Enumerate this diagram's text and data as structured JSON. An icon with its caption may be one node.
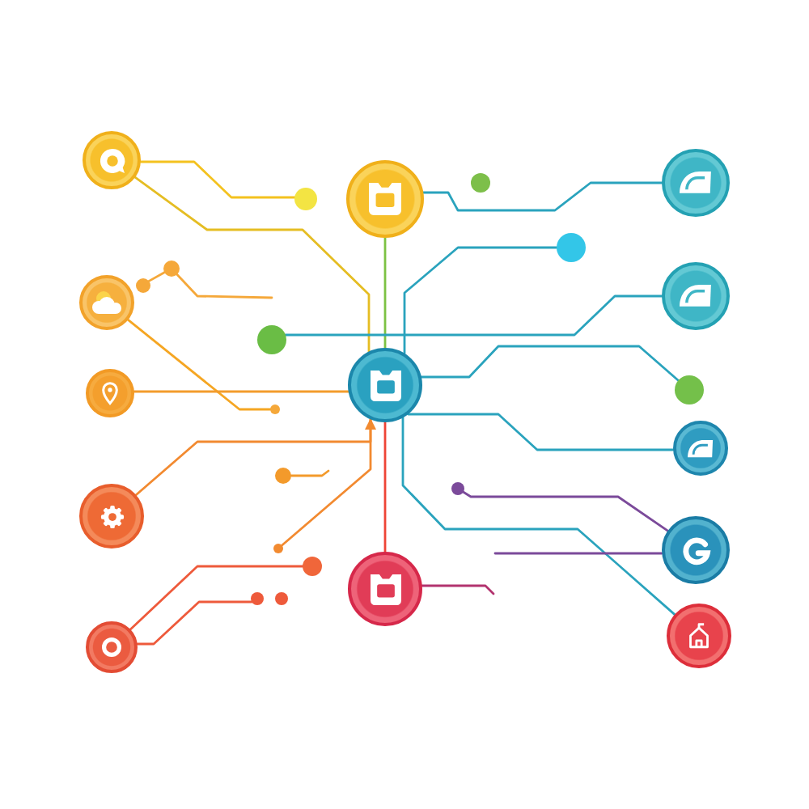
{
  "diagram": {
    "nodes": [
      {
        "text": [],
        "shape": "circle"
      },
      {
        "text": [],
        "shape": "dot"
      },
      {
        "text": [],
        "shape": "circle"
      },
      {
        "text": [],
        "shape": "dot"
      },
      {
        "text": [],
        "shape": "circle"
      },
      {
        "text": [],
        "shape": "dot"
      },
      {
        "text": [],
        "shape": "dot"
      },
      {
        "text": [],
        "shape": "circle"
      },
      {
        "text": [],
        "shape": "dot"
      },
      {
        "text": [],
        "shape": "circle"
      },
      {
        "text": [],
        "shape": "dot"
      },
      {
        "text": [],
        "shape": "circle"
      },
      {
        "text": [],
        "shape": "circle"
      },
      {
        "text": [],
        "shape": "dot"
      },
      {
        "text": [],
        "shape": "dot"
      },
      {
        "text": [],
        "shape": "circle"
      },
      {
        "text": [],
        "shape": "dot"
      },
      {
        "text": [],
        "shape": "dot"
      },
      {
        "text": [],
        "shape": "circle"
      },
      {
        "text": [],
        "shape": "dot"
      },
      {
        "text": [],
        "shape": "circle"
      },
      {
        "text": [],
        "shape": "dot"
      },
      {
        "text": [],
        "shape": "circle"
      },
      {
        "text": [],
        "shape": "dot"
      },
      {
        "text": [],
        "shape": "dot"
      },
      {
        "text": [],
        "shape": "circle"
      },
      {
        "text": [],
        "shape": "circle"
      }
    ],
    "edges": [
      {
        "from": 0,
        "to": 1,
        "arrow": "none",
        "color": "#f4c21f"
      },
      {
        "from": 0,
        "to": 12,
        "arrow": "none",
        "color": "#e5bd23"
      },
      {
        "from": 2,
        "to": 12,
        "arrow": "none",
        "color": "#7cc243"
      },
      {
        "from": 2,
        "to": 4,
        "arrow": "none"
      },
      {
        "from": 8,
        "to": 12,
        "arrow": "none"
      },
      {
        "from": 10,
        "to": 9,
        "arrow": "none"
      },
      {
        "from": 12,
        "to": 14,
        "arrow": "none"
      },
      {
        "from": 12,
        "to": 15,
        "arrow": "none"
      },
      {
        "from": 12,
        "to": 26,
        "arrow": "none"
      },
      {
        "from": 5,
        "to": 6,
        "arrow": "none",
        "color": "#f5a83a"
      },
      {
        "from": 6,
        "to": null,
        "arrow": "none",
        "color": "#f5a83a"
      },
      {
        "from": 7,
        "to": 13,
        "arrow": "none",
        "color": "#f5a623"
      },
      {
        "from": 11,
        "to": 12,
        "arrow": "none",
        "color": "#f39c2c"
      },
      {
        "from": 18,
        "to": 12,
        "arrow": "to",
        "color": "#f28a30"
      },
      {
        "from": 12,
        "to": 19,
        "arrow": "none",
        "color": "#f28a30"
      },
      {
        "from": 16,
        "to": null,
        "arrow": "none",
        "color": "#f39a2b"
      },
      {
        "from": 25,
        "to": 21,
        "arrow": "none",
        "color": "#ee5a3b"
      },
      {
        "from": 25,
        "to": 23,
        "arrow": "none",
        "color": "#ee5a3b"
      },
      {
        "from": 12,
        "to": 22,
        "arrow": "none",
        "color": "#ee4436"
      },
      {
        "from": 22,
        "to": null,
        "arrow": "none",
        "color": "#b2336e"
      },
      {
        "from": 17,
        "to": 20,
        "arrow": "none",
        "color": "#7b4a9a"
      },
      {
        "from": null,
        "to": 20,
        "arrow": "none",
        "color": "#7b4a9a"
      }
    ]
  }
}
